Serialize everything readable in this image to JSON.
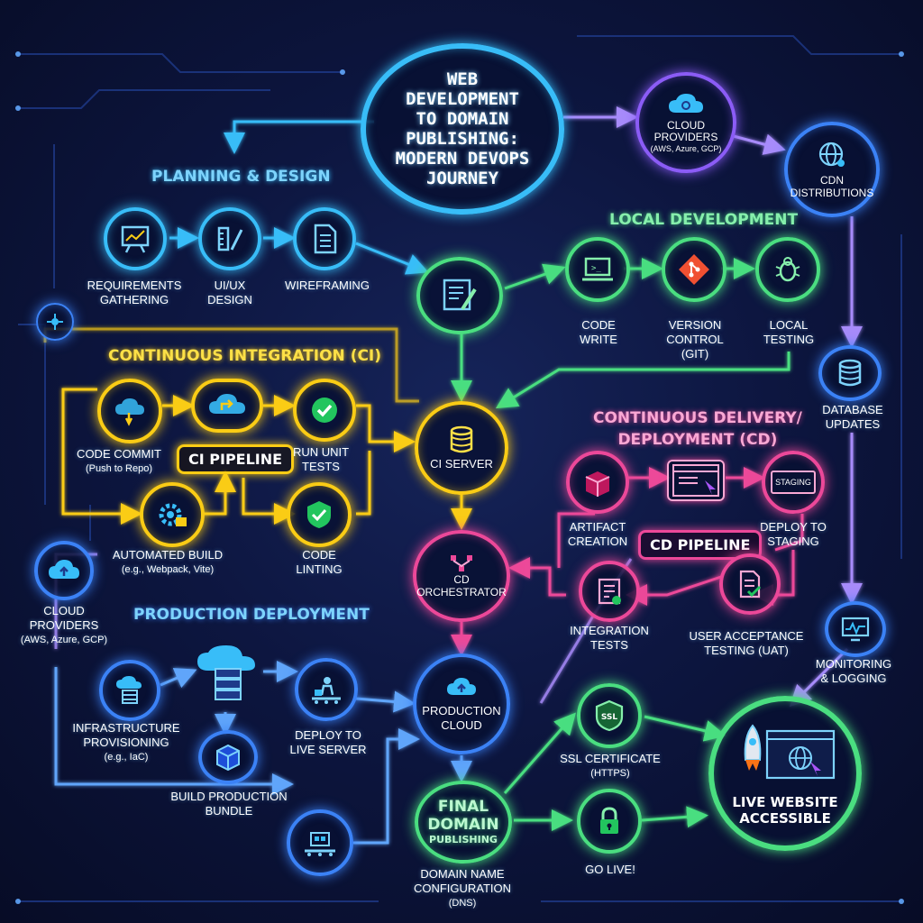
{
  "title": {
    "lines": [
      "WEB",
      "DEVELOPMENT",
      "TO DOMAIN",
      "PUBLISHING:",
      "MODERN DEVOPS",
      "JOURNEY"
    ]
  },
  "sections": {
    "planning": "PLANNING & DESIGN",
    "local": "LOCAL DEVELOPMENT",
    "ci": "CONTINUOUS INTEGRATION (CI)",
    "cd": [
      "CONTINUOUS DELIVERY/",
      "DEPLOYMENT (CD)"
    ],
    "production": "PRODUCTION DEPLOYMENT"
  },
  "pills": {
    "ci_pipeline": "CI PIPELINE",
    "cd_pipeline": "CD PIPELINE"
  },
  "nodes": {
    "requirements": [
      "REQUIREMENTS",
      "GATHERING"
    ],
    "uiux": [
      "UI/UX",
      "DESIGN"
    ],
    "wireframing": [
      "WIREFRAMING"
    ],
    "code_write": [
      "CODE",
      "WRITE"
    ],
    "version_control": [
      "VERSION",
      "CONTROL",
      "(GIT)"
    ],
    "local_testing": [
      "LOCAL",
      "TESTING"
    ],
    "code_commit": [
      "CODE COMMIT",
      "(Push to Repo)"
    ],
    "run_unit_tests": [
      "RUN UNIT",
      "TESTS"
    ],
    "automated_build": [
      "AUTOMATED BUILD",
      "(e.g., Webpack, Vite)"
    ],
    "code_linting": [
      "CODE",
      "LINTING"
    ],
    "ci_server": "CI SERVER",
    "cd_orchestrator": [
      "CD",
      "ORCHESTRATOR"
    ],
    "artifact_creation": [
      "ARTIFACT",
      "CREATION"
    ],
    "staging_badge": "STAGING",
    "deploy_staging": [
      "DEPLOY TO",
      "STAGING"
    ],
    "integration_tests": [
      "INTEGRATION",
      "TESTS"
    ],
    "uat": [
      "USER ACCEPTANCE",
      "TESTING (UAT)"
    ],
    "cloud_top": [
      "CLOUD",
      "PROVIDERS",
      "(AWS, Azure, GCP)"
    ],
    "cdn": [
      "CDN",
      "DISTRIBUTIONS"
    ],
    "database": [
      "DATABASE",
      "UPDATES"
    ],
    "monitoring": [
      "MONITORING",
      "& LOGGING"
    ],
    "cloud_left": [
      "CLOUD",
      "PROVIDERS",
      "(AWS, Azure, GCP)"
    ],
    "infra": [
      "INFRASTRUCTURE",
      "PROVISIONING",
      "(e.g., IaC)"
    ],
    "build_bundle": [
      "BUILD PRODUCTION",
      "BUNDLE"
    ],
    "deploy_live": [
      "DEPLOY TO",
      "LIVE SERVER"
    ],
    "production_cloud": [
      "PRODUCTION",
      "CLOUD"
    ],
    "final_domain": [
      "FINAL",
      "DOMAIN",
      "PUBLISHING"
    ],
    "dns": [
      "DOMAIN NAME",
      "CONFIGURATION",
      "(DNS)"
    ],
    "ssl": [
      "SSL CERTIFICATE",
      "(HTTPS)"
    ],
    "ssl_badge": "SSL",
    "go_live": [
      "GO LIVE!"
    ],
    "live_website": [
      "LIVE WEBSITE",
      "ACCESSIBLE"
    ]
  },
  "colors": {
    "planning": "#38bdf8",
    "local": "#4ade80",
    "ci": "#facc15",
    "cd": "#ec4899",
    "production": "#3b82f6",
    "cloud": "#8b5cf6",
    "final": "#4ade80"
  }
}
